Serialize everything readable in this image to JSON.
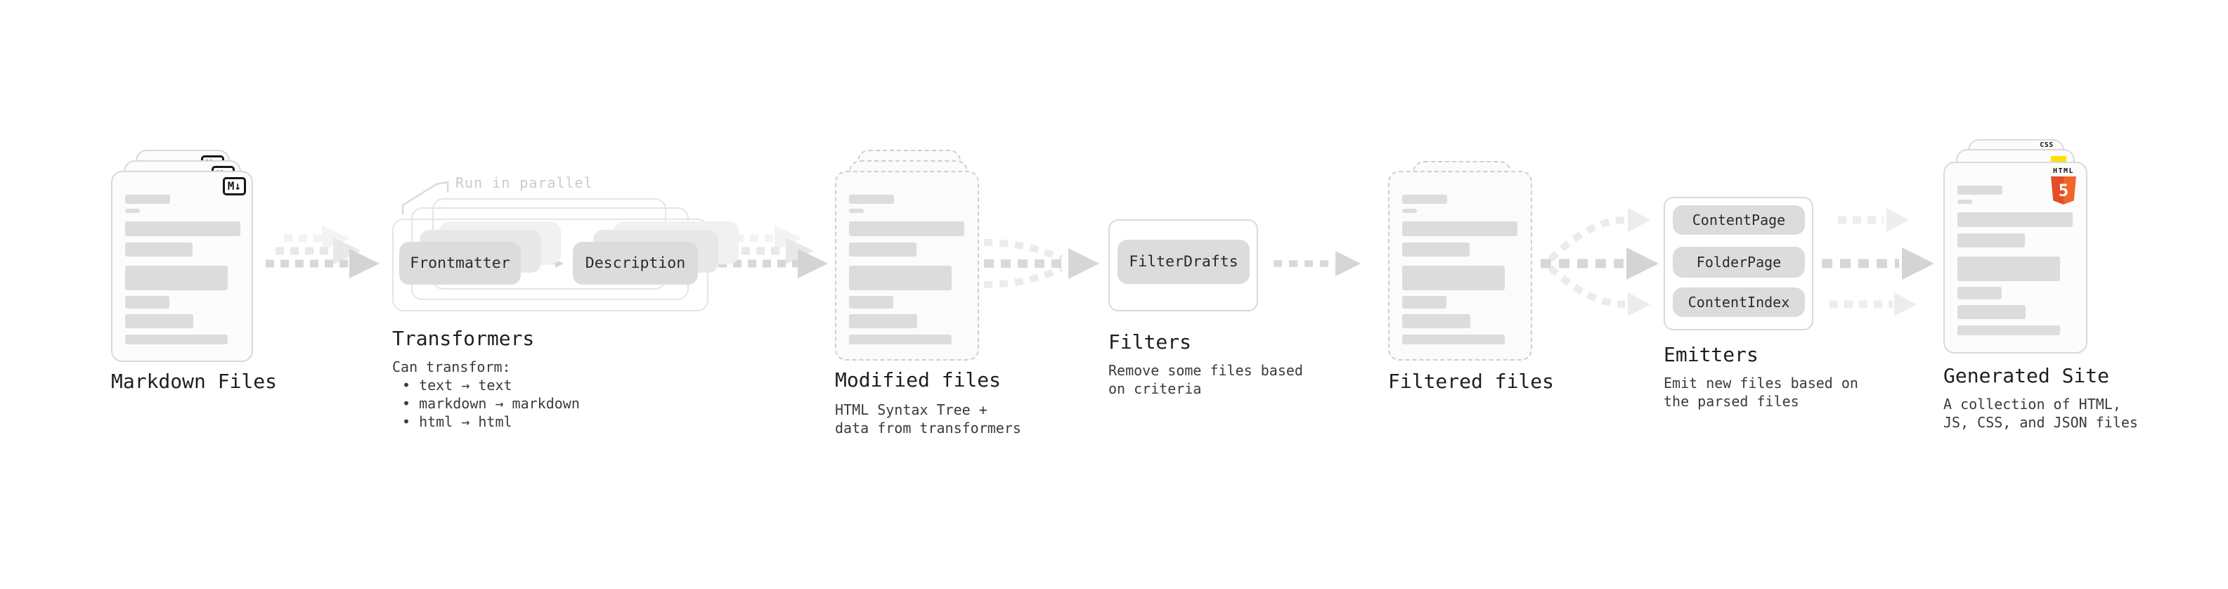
{
  "nodes": {
    "markdown_files": {
      "label": "Markdown Files",
      "badge": "M↓"
    },
    "transformers": {
      "label": "Transformers",
      "annotation": "Run in parallel",
      "pill_left": "Frontmatter",
      "pill_right": "Description",
      "desc_lines": [
        "Can transform:",
        "• text → text",
        "• markdown → markdown",
        "• html → html"
      ]
    },
    "modified_files": {
      "label": "Modified files",
      "desc_lines": [
        "HTML Syntax Tree +",
        "data from transformers"
      ]
    },
    "filters": {
      "label": "Filters",
      "pill": "FilterDrafts",
      "desc_lines": [
        "Remove some files based",
        "on criteria"
      ]
    },
    "filtered_files": {
      "label": "Filtered files"
    },
    "emitters": {
      "label": "Emitters",
      "pills": [
        "ContentPage",
        "FolderPage",
        "ContentIndex"
      ],
      "desc_lines": [
        "Emit new files based on",
        "the parsed files"
      ]
    },
    "generated_site": {
      "label": "Generated Site",
      "desc_lines": [
        "A collection of HTML,",
        "JS, CSS, and JSON files"
      ],
      "badges": {
        "css": "CSS",
        "html_text": "HTML",
        "html_number": "5"
      }
    }
  },
  "colors": {
    "html5_orange_left": "#e44d26",
    "html5_orange_right": "#f16529",
    "js_yellow": "#ffde00",
    "css_blue": "#2965f1",
    "arrow_gray": "#d7d7d7",
    "arrow_ghost": "#ebebeb",
    "pill_gray": "#dcdcdc"
  }
}
